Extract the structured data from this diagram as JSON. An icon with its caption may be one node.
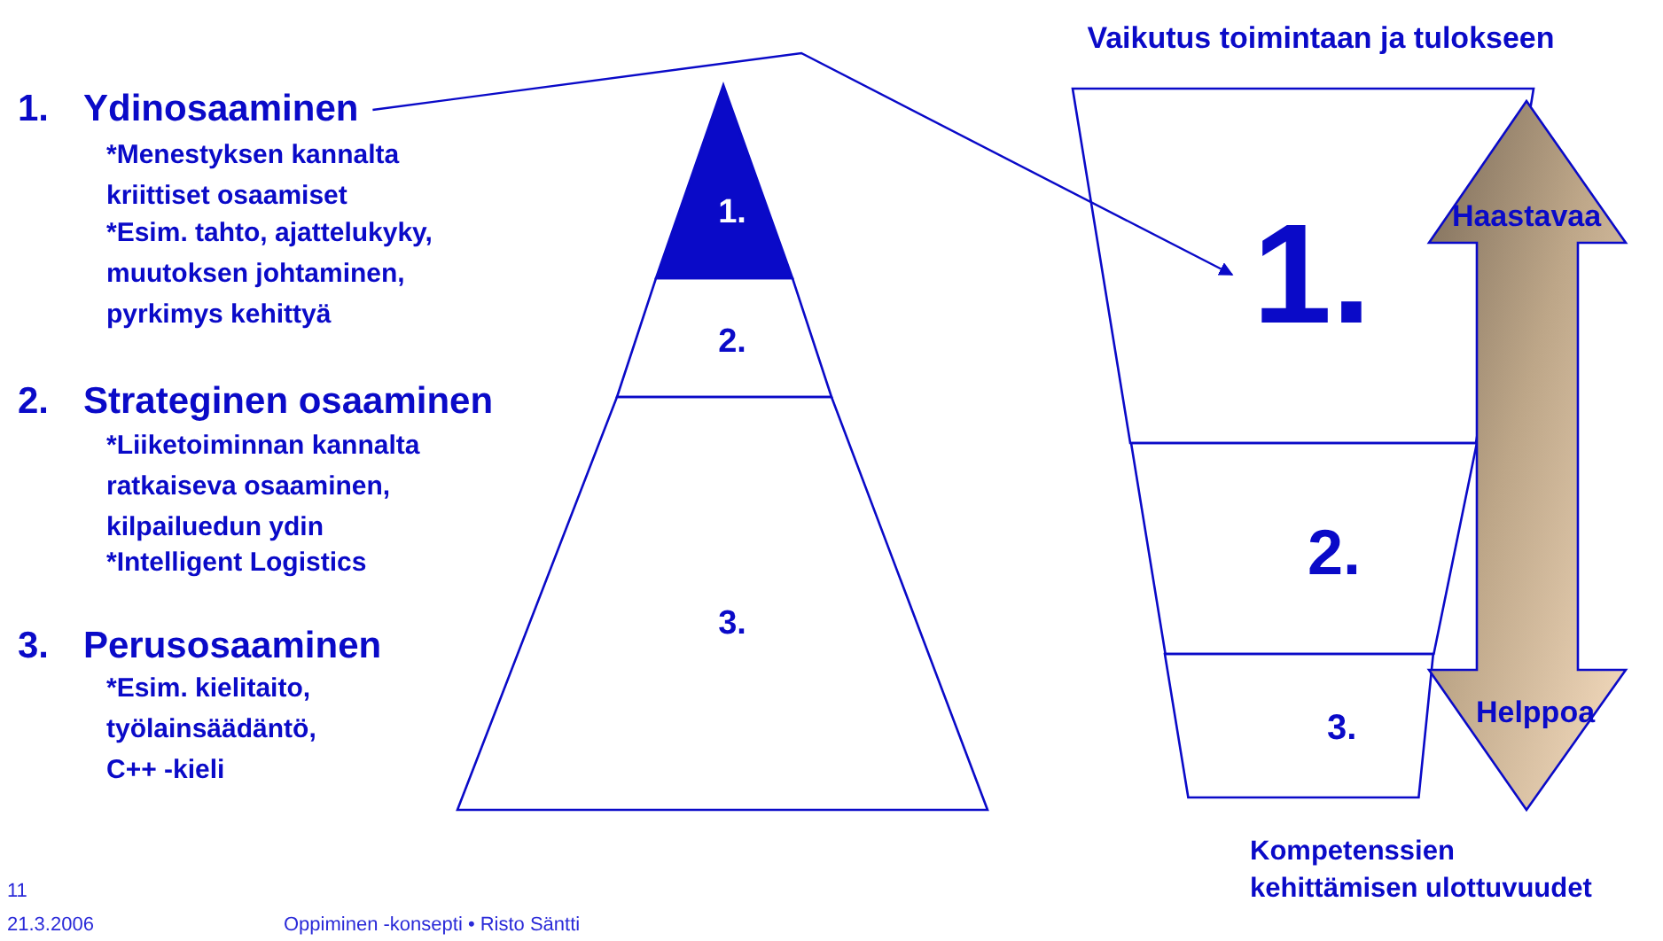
{
  "diagram": {
    "nodes": [
      {
        "text": [
          "1.",
          "Ydinosaaminen"
        ]
      },
      {
        "text": [
          "1."
        ]
      },
      {
        "text": [
          "2."
        ]
      },
      {
        "text": [
          "3."
        ]
      },
      {
        "text": [
          "1."
        ]
      },
      {
        "text": [
          "2."
        ]
      },
      {
        "text": [
          "3."
        ]
      },
      {
        "text": [
          "Haastavaa",
          "Helppoa"
        ]
      }
    ],
    "edges": [
      {
        "from": 0,
        "to": 4,
        "arrow": "to"
      }
    ],
    "labels": [
      "*Menestyksen kannalta kriittiset osaamiset",
      "*Esim. tahto, ajattelukyky, muutoksen johtaminen, pyrkimys kehittyä",
      "2.",
      "Strateginen osaaminen",
      "*Liiketoiminnan kannalta ratkaiseva osaaminen, kilpailuedun ydin",
      "*Intelligent Logistics",
      "3.",
      "Perusosaaminen",
      "*Esim. kielitaito, työlainsäädäntö, C++ -kieli",
      "Vaikutus toimintaan ja tulokseen",
      "Kompetenssien kehittämisen ulottuvuudet",
      "11",
      "21.3.2006",
      "Oppiminen -konsepti • Risto Säntti"
    ]
  }
}
